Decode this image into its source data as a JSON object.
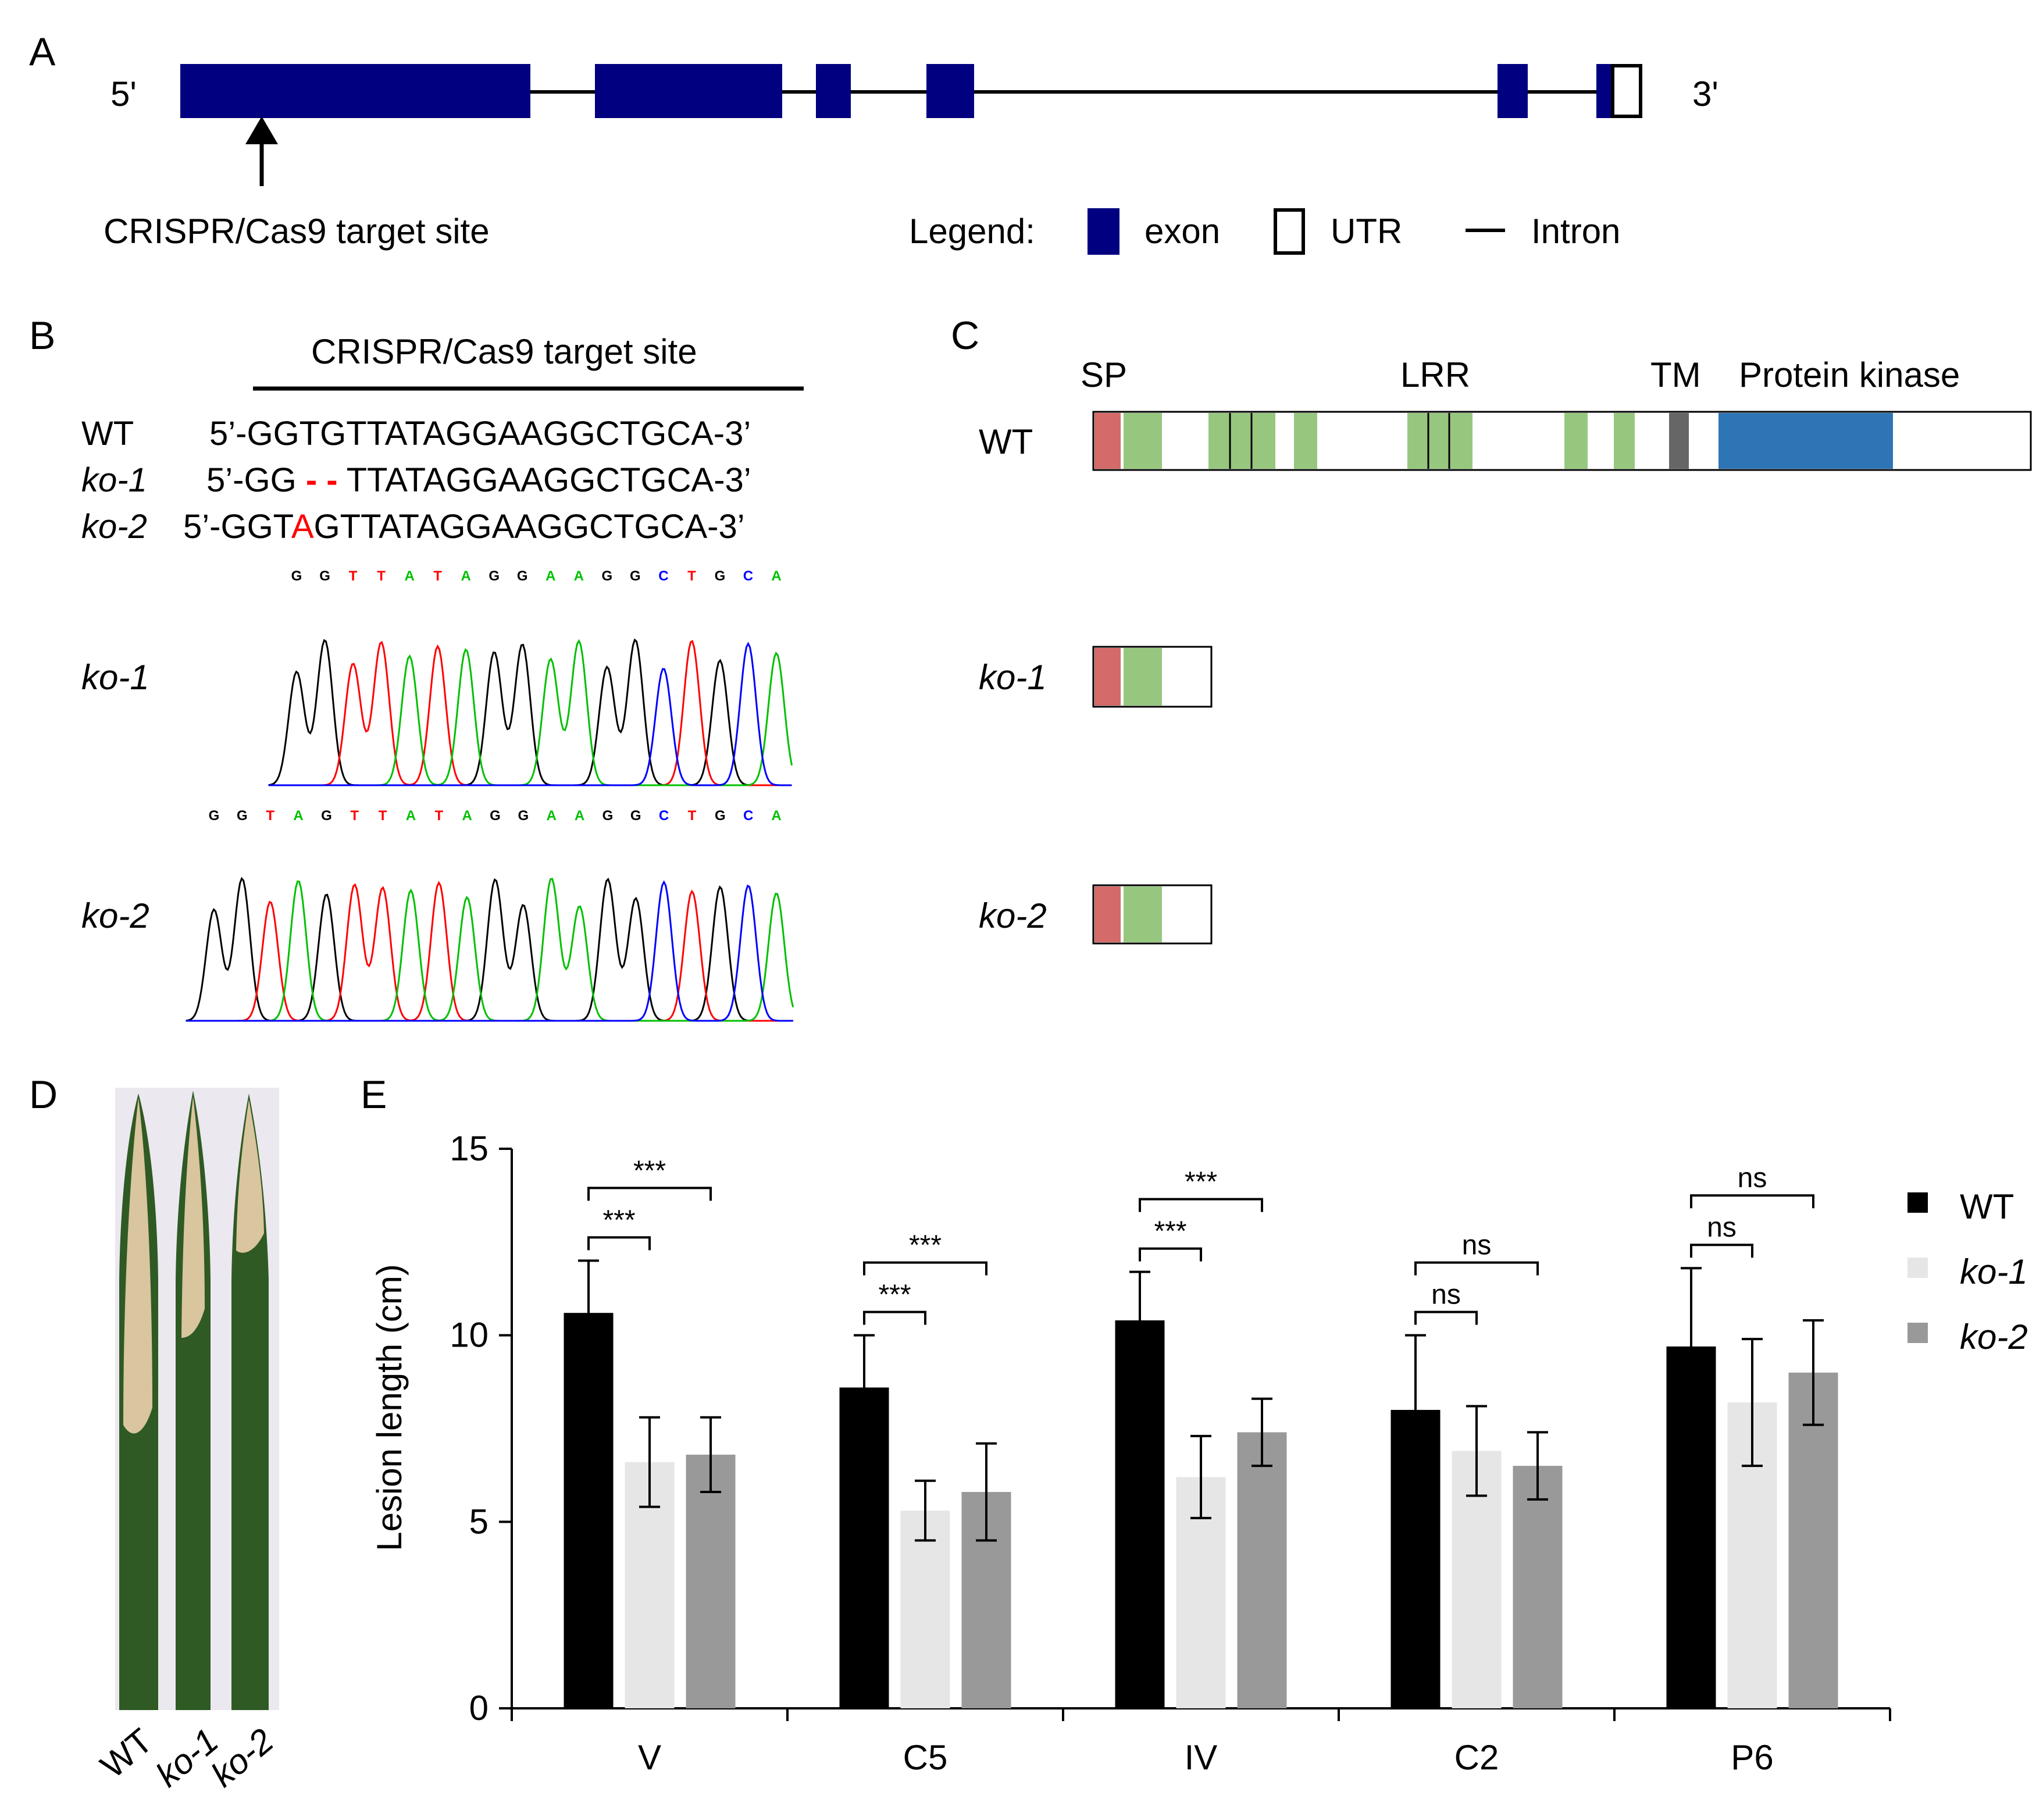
{
  "panels": {
    "a": {
      "label": "A",
      "five_prime": "5'",
      "three_prime": "3'",
      "target_label": "CRISPR/Cas9 target site",
      "legend_title": "Legend:",
      "legend_exon": "exon",
      "legend_utr": "UTR",
      "legend_intron": "Intron",
      "colors": {
        "exon": "#000080",
        "utr": "#ffffff"
      }
    },
    "b": {
      "label": "B",
      "target_title": "CRISPR/Cas9 target site",
      "rows": [
        {
          "name": "WT",
          "seq_pre": "5’-GGTGTTATAGGAAGGCTGCA-3’",
          "mut": "",
          "seq_post": ""
        },
        {
          "name": "ko-1",
          "seq_pre": "5’-GG ",
          "mut": "- -",
          "seq_post": " TTATAGGAAGGCTGCA-3’"
        },
        {
          "name": "ko-2",
          "seq_pre": "5’-GGT",
          "mut": "A",
          "seq_post": "GTTATAGGAAGGCTGCA-3’"
        }
      ],
      "traces": [
        {
          "name": "ko-1",
          "bases": "GGTTATAGGAAGGCTGCA"
        },
        {
          "name": "ko-2",
          "bases": "GGTAGTTATAGGAAGGCTGCA"
        }
      ],
      "base_colors": {
        "G": "#000000",
        "T": "#ff0000",
        "A": "#00c000",
        "C": "#0000ff"
      },
      "mutation_color": "#ff0000"
    },
    "c": {
      "label": "C",
      "domains": [
        "SP",
        "LRR",
        "TM",
        "Protein kinase"
      ],
      "proteins": [
        "WT",
        "ko-1",
        "ko-2"
      ],
      "colors": {
        "sp": "#d46a6a",
        "lrr": "#97c77f",
        "tm": "#666666",
        "kinase": "#2e75b6"
      }
    },
    "d": {
      "label": "D",
      "leaves": [
        "WT",
        "ko-1",
        "ko-2"
      ],
      "colors": {
        "leaf": "#2f5a24",
        "lesion": "#d9c59e",
        "bg": "#ebe8ef"
      }
    },
    "e": {
      "label": "E"
    }
  },
  "chart_data": {
    "type": "bar",
    "categories": [
      "V",
      "C5",
      "IV",
      "C2",
      "P6"
    ],
    "ylabel": "Lesion length (cm)",
    "ylim": [
      0,
      15
    ],
    "yticks": [
      0,
      5,
      10,
      15
    ],
    "series": [
      {
        "name": "WT",
        "color": "#000000",
        "values": [
          10.6,
          8.6,
          10.4,
          8.0,
          9.7
        ],
        "errors": [
          1.4,
          1.4,
          1.3,
          2.0,
          2.1
        ]
      },
      {
        "name": "ko-1",
        "color": "#e6e6e6",
        "values": [
          6.6,
          5.3,
          6.2,
          6.9,
          8.2
        ],
        "errors": [
          1.2,
          0.8,
          1.1,
          1.2,
          1.7
        ]
      },
      {
        "name": "ko-2",
        "color": "#999999",
        "values": [
          6.8,
          5.8,
          7.4,
          6.5,
          9.0
        ],
        "errors": [
          1.0,
          1.3,
          0.9,
          0.9,
          1.4
        ]
      }
    ],
    "significance": [
      {
        "ko1": "***",
        "ko2": "***"
      },
      {
        "ko1": "***",
        "ko2": "***"
      },
      {
        "ko1": "***",
        "ko2": "***"
      },
      {
        "ko1": "ns",
        "ko2": "ns"
      },
      {
        "ko1": "ns",
        "ko2": "ns"
      }
    ],
    "legend_position": "right"
  }
}
